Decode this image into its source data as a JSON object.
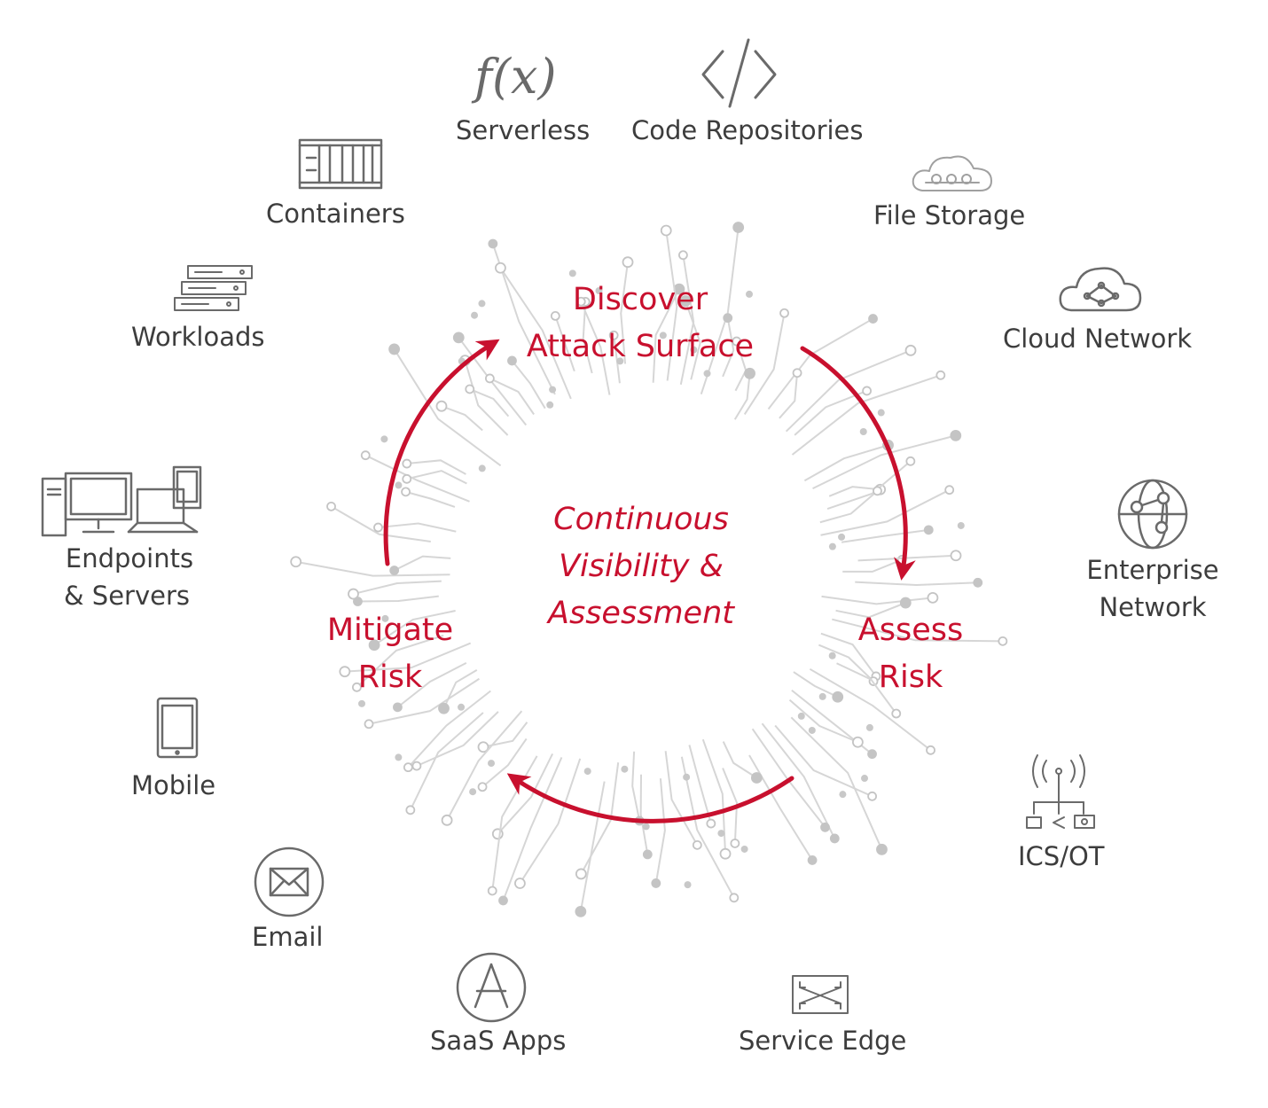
{
  "center": {
    "line1": "Continuous",
    "line2": "Visibility &",
    "line3": "Assessment"
  },
  "cycle": {
    "discover": {
      "line1": "Discover",
      "line2": "Attack Surface"
    },
    "assess": {
      "line1": "Assess",
      "line2": "Risk"
    },
    "mitigate": {
      "line1": "Mitigate",
      "line2": "Risk"
    }
  },
  "assets": {
    "serverless": {
      "label": "Serverless",
      "icon": "function-icon",
      "symbol": "f(x)"
    },
    "code_repositories": {
      "label": "Code Repositories",
      "icon": "code-brackets-icon"
    },
    "containers": {
      "label": "Containers",
      "icon": "shipping-container-icon"
    },
    "file_storage": {
      "label": "File Storage",
      "icon": "cloud-storage-icon"
    },
    "workloads": {
      "label": "Workloads",
      "icon": "server-stack-icon"
    },
    "cloud_network": {
      "label": "Cloud Network",
      "icon": "cloud-network-icon"
    },
    "endpoints": {
      "line1": "Endpoints",
      "line2": "& Servers",
      "icon": "computers-icon"
    },
    "enterprise_network": {
      "line1": "Enterprise",
      "line2": "Network",
      "icon": "globe-network-icon"
    },
    "mobile": {
      "label": "Mobile",
      "icon": "tablet-icon"
    },
    "ics_ot": {
      "label": "ICS/OT",
      "icon": "industrial-antenna-icon"
    },
    "email": {
      "label": "Email",
      "icon": "envelope-icon"
    },
    "saas_apps": {
      "label": "SaaS Apps",
      "icon": "app-store-icon"
    },
    "service_edge": {
      "label": "Service Edge",
      "icon": "switch-arrows-icon"
    }
  },
  "colors": {
    "accent": "#c8102e",
    "label": "#3d3d3d",
    "icon": "#6a6a6a",
    "circuit": "#d6d6d6"
  }
}
